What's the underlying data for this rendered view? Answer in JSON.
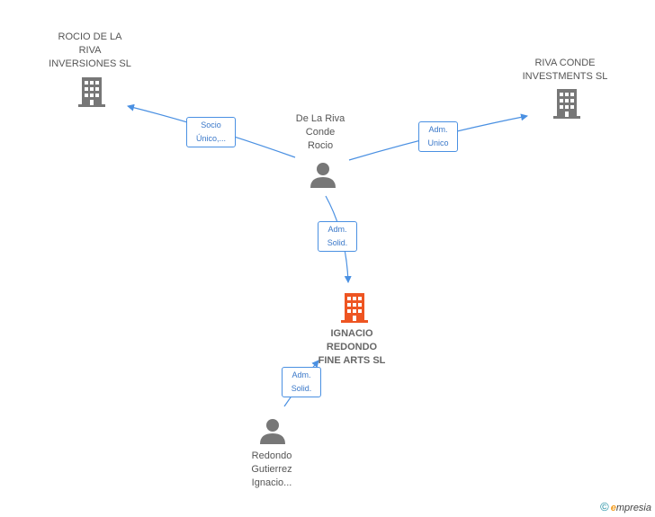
{
  "nodes": {
    "rocio_inversiones": {
      "lines": [
        "ROCIO DE LA",
        "RIVA",
        "INVERSIONES SL"
      ],
      "type": "company"
    },
    "riva_conde": {
      "lines": [
        "RIVA CONDE",
        "INVESTMENTS SL"
      ],
      "type": "company"
    },
    "de_la_riva": {
      "lines": [
        "De La Riva",
        "Conde",
        "Rocio"
      ],
      "type": "person"
    },
    "ignacio_redondo": {
      "lines": [
        "IGNACIO",
        "REDONDO",
        "FINE ARTS SL"
      ],
      "type": "company",
      "focal": true
    },
    "redondo_gutierrez": {
      "lines": [
        "Redondo",
        "Gutierrez",
        "Ignacio..."
      ],
      "type": "person"
    }
  },
  "edges": {
    "socio_unico": {
      "lines": [
        "Socio",
        "Único,..."
      ]
    },
    "adm_unico": {
      "lines": [
        "Adm.",
        "Unico"
      ]
    },
    "adm_solid_1": {
      "lines": [
        "Adm.",
        "Solid."
      ]
    },
    "adm_solid_2": {
      "lines": [
        "Adm.",
        "Solid."
      ]
    }
  },
  "colors": {
    "edge": "#4a90e2",
    "company": "#777777",
    "focal_company": "#ee5522",
    "person": "#777777"
  },
  "footer": {
    "copyright": "©",
    "brand_first": "e",
    "brand_rest": "mpresia"
  }
}
